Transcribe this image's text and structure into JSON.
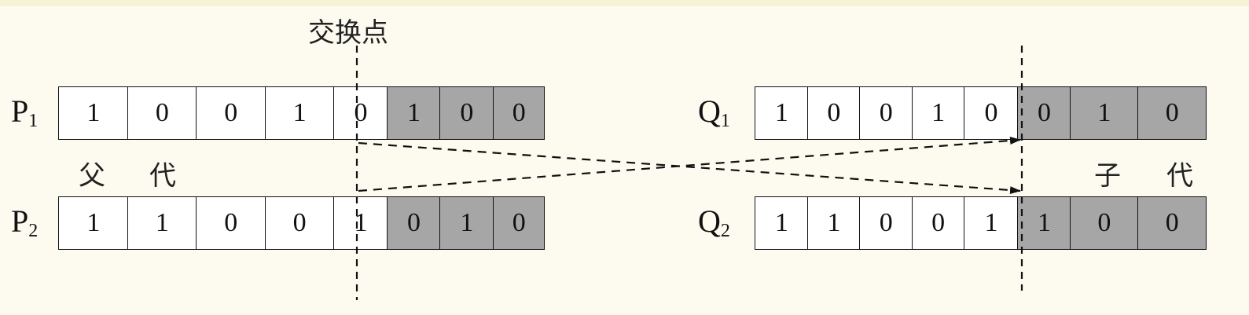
{
  "crossover_label": "交换点",
  "parent_label": [
    "父",
    "代"
  ],
  "child_label": [
    "子",
    "代"
  ],
  "rows": [
    {
      "id": "P1",
      "letter": "P",
      "index": "1",
      "bits": [
        "1",
        "0",
        "0",
        "1",
        "0",
        "1",
        "0",
        "0"
      ],
      "shaded_from": 5
    },
    {
      "id": "P2",
      "letter": "P",
      "index": "2",
      "bits": [
        "1",
        "1",
        "0",
        "0",
        "1",
        "0",
        "1",
        "0"
      ],
      "shaded_from": 5
    },
    {
      "id": "Q1",
      "letter": "Q",
      "index": "1",
      "bits": [
        "1",
        "0",
        "0",
        "1",
        "0",
        "0",
        "1",
        "0"
      ],
      "shaded_from": 5
    },
    {
      "id": "Q2",
      "letter": "Q",
      "index": "2",
      "bits": [
        "1",
        "1",
        "0",
        "0",
        "1",
        "1",
        "0",
        "0"
      ],
      "shaded_from": 5
    }
  ],
  "colors": {
    "shaded": "#a6a6a6",
    "cell": "#ffffff",
    "line": "#111111",
    "background": "#fdfaf0"
  }
}
